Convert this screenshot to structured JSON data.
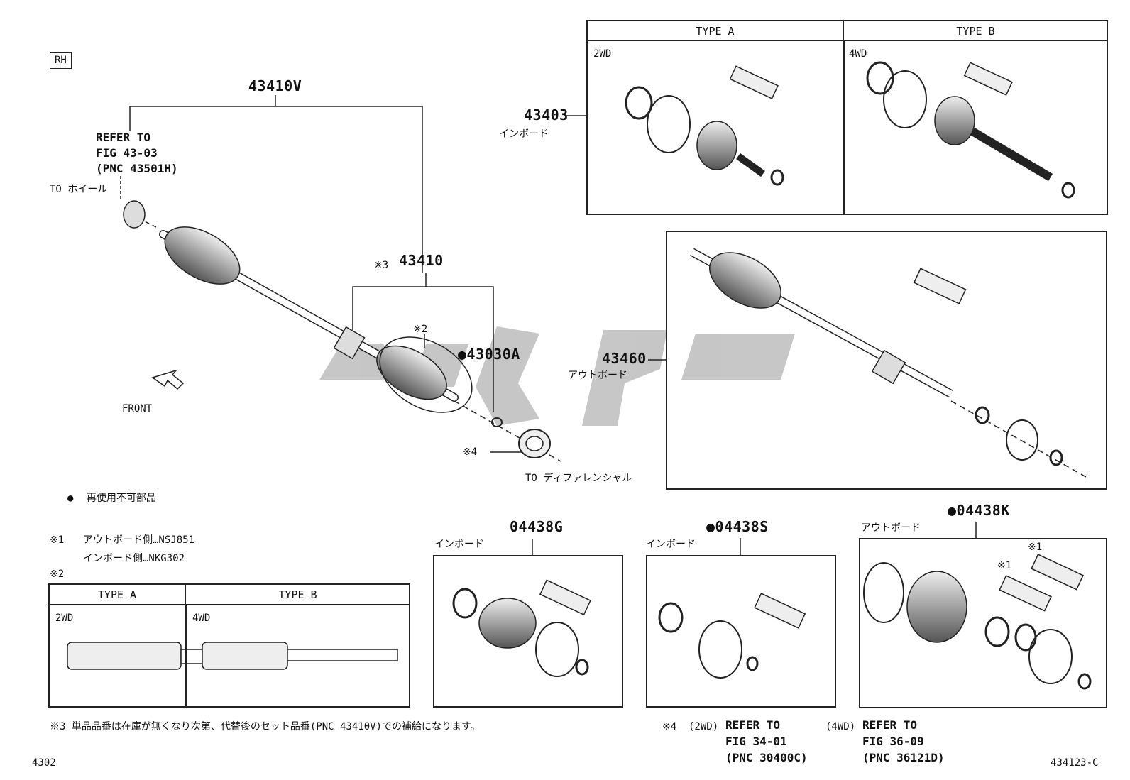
{
  "corner": {
    "rh": "RH"
  },
  "shaft_assy": {
    "pn": "43410V",
    "refer": [
      "REFER TO",
      "FIG 43-03",
      "(PNC 43501H)"
    ],
    "to_wheel": "TO ホイール"
  },
  "shaft": {
    "mark": "※3",
    "pn": "43410"
  },
  "joint_note_mark": "※2",
  "part_43030A": {
    "dot": "●",
    "pn": "43030A"
  },
  "ring_mark": "※4",
  "to_diff": "TO ディファレンシャル",
  "front": "FRONT",
  "inboard_kit": {
    "pn": "43403",
    "label": "インボード"
  },
  "outboard_kit": {
    "pn": "43460",
    "label": "アウトボード"
  },
  "top_table": {
    "type_a": "TYPE A",
    "type_b": "TYPE B",
    "a_sub": "2WD",
    "b_sub": "4WD"
  },
  "legend": {
    "dot": "●",
    "text": "再使用不可部品"
  },
  "note1": {
    "mark": "※1",
    "line1": "アウトボード側…NSJ851",
    "line2": "インボード側…NKG302"
  },
  "note2_mark": "※2",
  "bottom_table": {
    "type_a": "TYPE A",
    "type_b": "TYPE B",
    "a_sub": "2WD",
    "b_sub": "4WD"
  },
  "kit_04438G": {
    "pn": "04438G",
    "label": "インボード"
  },
  "kit_04438S": {
    "dot": "●",
    "pn": "04438S",
    "label": "インボード"
  },
  "kit_04438K": {
    "dot": "●",
    "pn": "04438K",
    "label": "アウトボード",
    "mark1": "※1",
    "mark2": "※1"
  },
  "note3": "※3 単品品番は在庫が無くなり次第、代替後のセット品番(PNC 43410V)での補給になります。",
  "note4": {
    "mark": "※4",
    "a_tag": "(2WD)",
    "a_refer": [
      "REFER TO",
      "FIG 34-01",
      "(PNC 30400C)"
    ],
    "b_tag": "(4WD)",
    "b_refer": [
      "REFER TO",
      "FIG 36-09",
      "(PNC 36121D)"
    ]
  },
  "footer": {
    "left": "4302",
    "right": "434123-C"
  }
}
